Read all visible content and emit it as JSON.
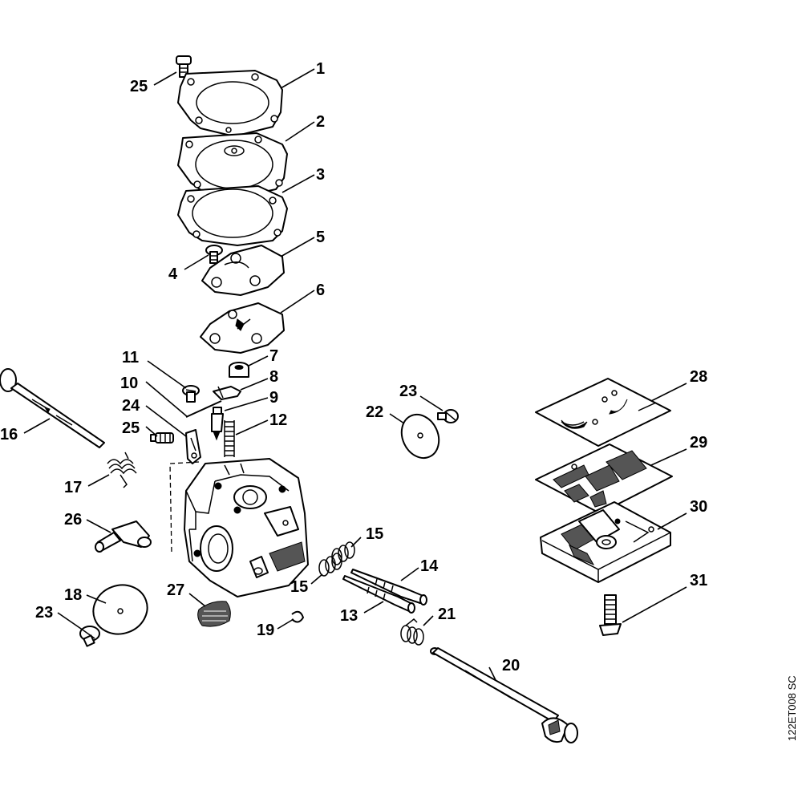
{
  "diagram": {
    "drawing_code": "122ET008 SC",
    "callouts": {
      "c1": "1",
      "c2": "2",
      "c3": "3",
      "c4": "4",
      "c5": "5",
      "c6": "6",
      "c7": "7",
      "c8": "8",
      "c9": "9",
      "c10": "10",
      "c11": "11",
      "c12": "12",
      "c13": "13",
      "c14": "14",
      "c15a": "15",
      "c15b": "15",
      "c16": "16",
      "c17": "17",
      "c18": "18",
      "c19": "19",
      "c20": "20",
      "c21": "21",
      "c22": "22",
      "c23a": "23",
      "c23b": "23",
      "c24": "24",
      "c25a": "25",
      "c25b": "25",
      "c26": "26",
      "c27": "27",
      "c28": "28",
      "c29": "29",
      "c30": "30",
      "c31": "31"
    }
  }
}
